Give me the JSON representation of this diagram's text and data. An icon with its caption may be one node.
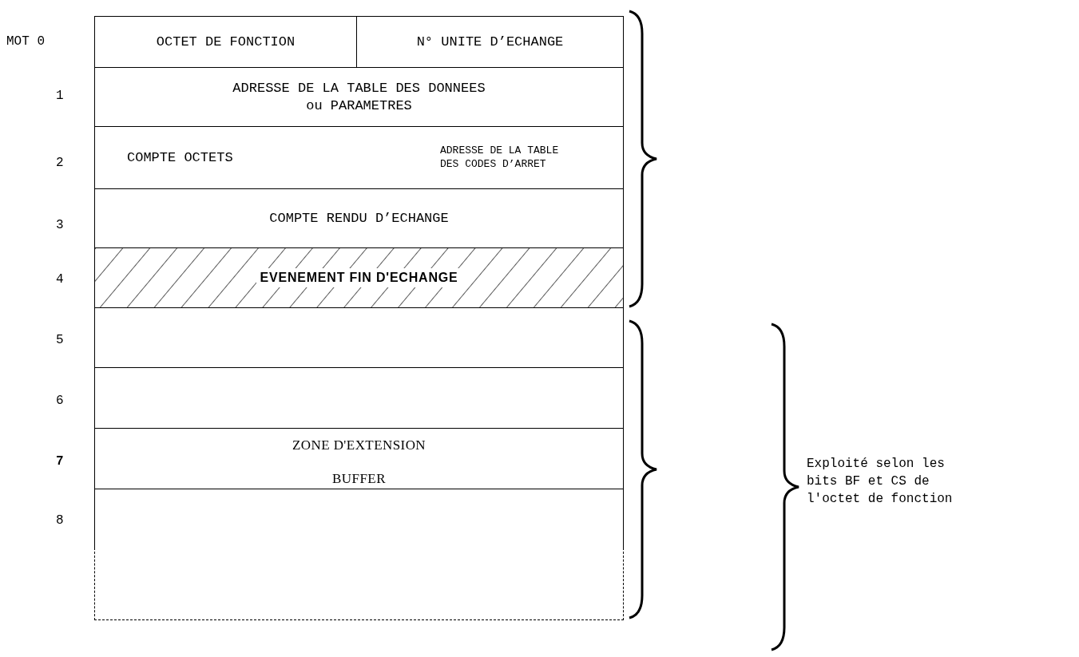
{
  "diagram": {
    "nodes": [
      {
        "text": [
          "OCTET DE FONCTION"
        ]
      },
      {
        "text": [
          "N° UNITE D’ECHANGE"
        ]
      },
      {
        "text": [
          "ADRESSE DE LA TABLE DES DONNEES ou PARAMETRES"
        ]
      },
      {
        "text": [
          "COMPTE OCTETS",
          "ADRESSE DE LA TABLE DES CODES D’ARRET"
        ]
      },
      {
        "text": [
          "COMPTE RENDU D’ECHANGE"
        ]
      },
      {
        "text": [
          "EVENEMENT FIN D'ECHANGE"
        ]
      },
      {
        "text": [],
        "shape": "box"
      },
      {
        "text": [],
        "shape": "box"
      },
      {
        "text": [
          "ZONE D'EXTENSION",
          "BUFFER"
        ]
      },
      {
        "text": [],
        "shape": "box"
      },
      {
        "text": [],
        "shape": "box"
      }
    ],
    "edges": [],
    "labels": [
      "MOT 0",
      "1",
      "2",
      "3",
      "4",
      "5",
      "6",
      "7",
      "8",
      "Exploité selon les bits BF et CS de l'octet de fonction"
    ]
  }
}
